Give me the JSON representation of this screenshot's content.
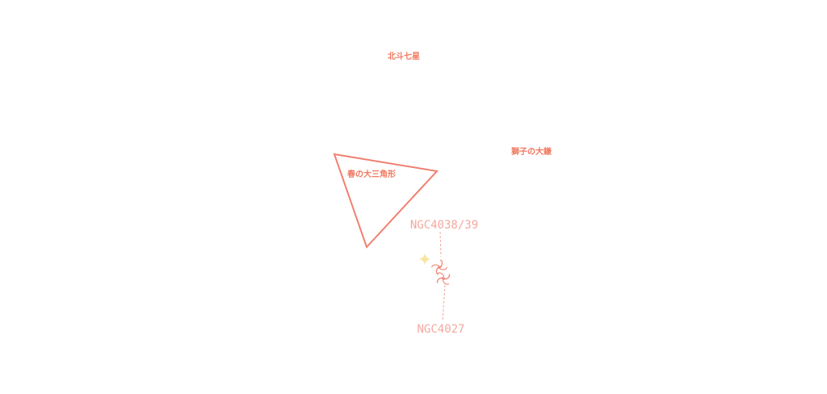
{
  "labels": {
    "big_dipper": "北斗七星",
    "sickle_of_leo": "獅子の大鎌",
    "spring_triangle": "春の大三角形",
    "ngc4038": "NGC4038/39",
    "ngc4027": "NGC4027"
  },
  "colors": {
    "line": "#f08070",
    "constellation_text": "#f07860",
    "object_text": "#f4a8a0",
    "galaxy": "#f08878",
    "star": "#f8e6a0"
  },
  "icons": {
    "galaxy": "spiral-galaxy-icon",
    "star": "four-point-star-icon"
  }
}
